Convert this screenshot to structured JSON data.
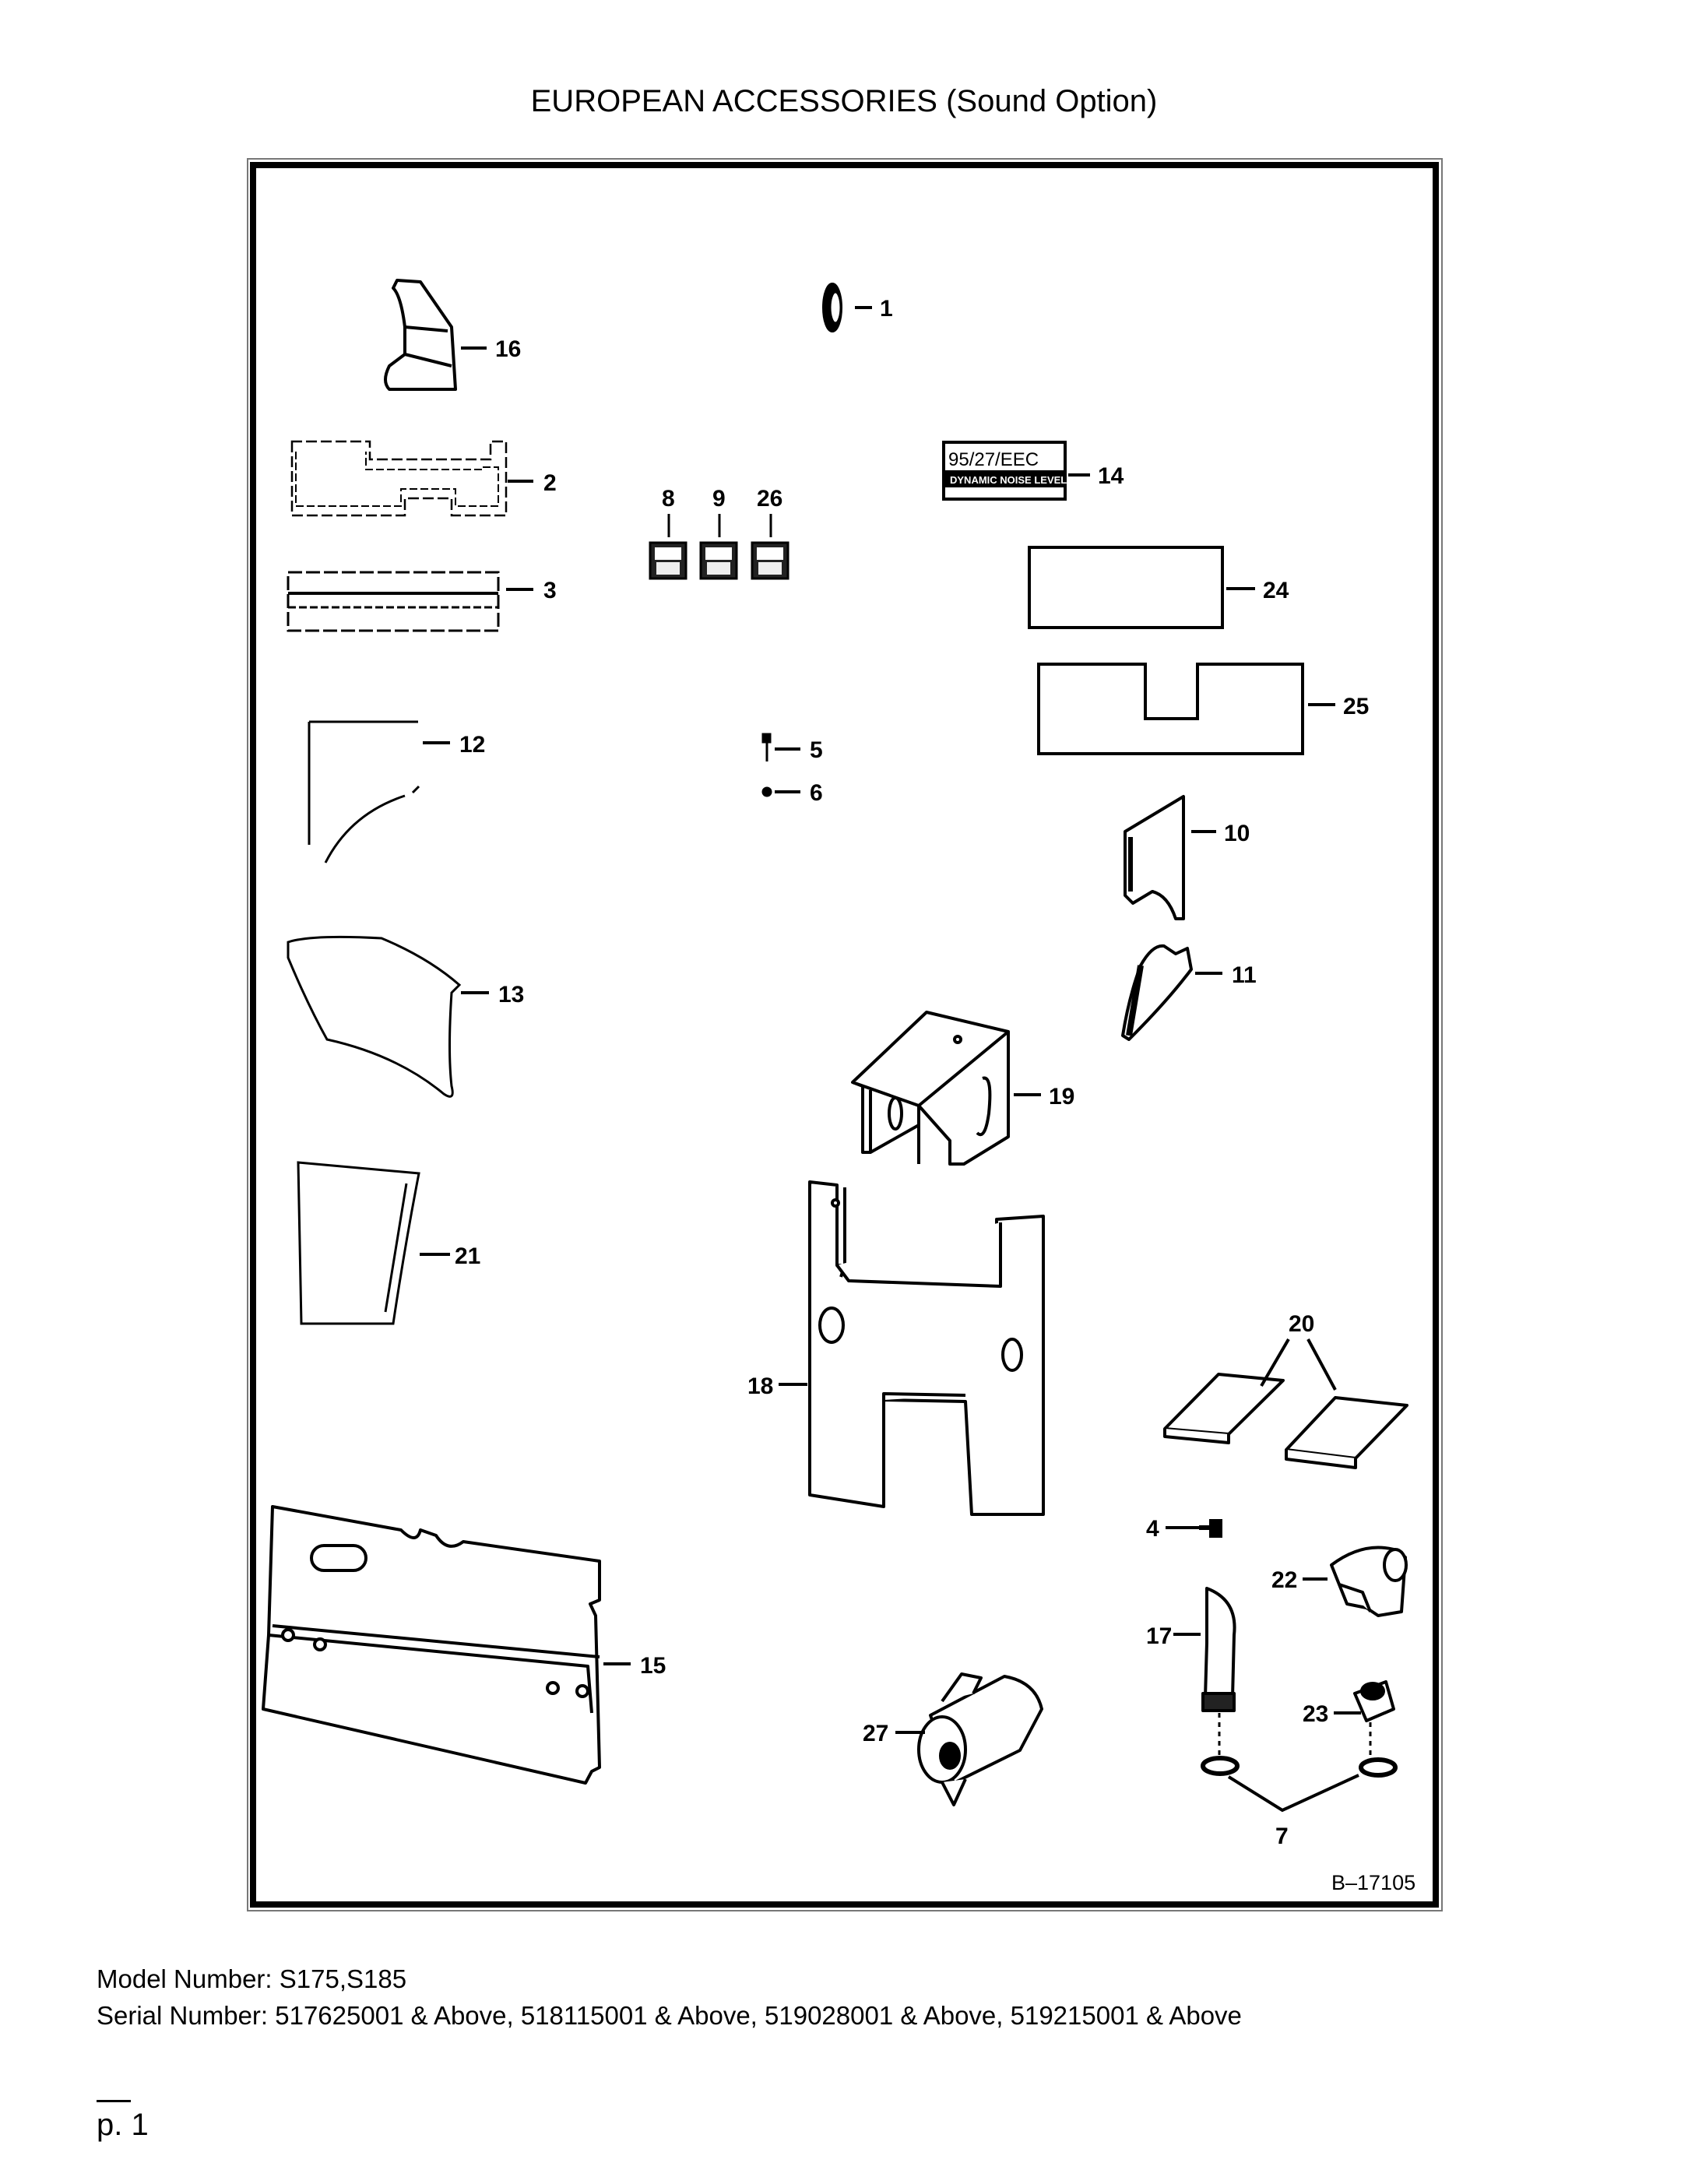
{
  "title": "EUROPEAN ACCESSORIES (Sound Option)",
  "figure_id": "B–17105",
  "parts": [
    {
      "id": "p1",
      "num": "1"
    },
    {
      "id": "p2",
      "num": "2"
    },
    {
      "id": "p3",
      "num": "3"
    },
    {
      "id": "p4",
      "num": "4"
    },
    {
      "id": "p5",
      "num": "5"
    },
    {
      "id": "p6",
      "num": "6"
    },
    {
      "id": "p7",
      "num": "7"
    },
    {
      "id": "p8",
      "num": "8"
    },
    {
      "id": "p9",
      "num": "9"
    },
    {
      "id": "p10",
      "num": "10"
    },
    {
      "id": "p11",
      "num": "11"
    },
    {
      "id": "p12",
      "num": "12"
    },
    {
      "id": "p13",
      "num": "13"
    },
    {
      "id": "p14",
      "num": "14"
    },
    {
      "id": "p15",
      "num": "15"
    },
    {
      "id": "p16",
      "num": "16"
    },
    {
      "id": "p17",
      "num": "17"
    },
    {
      "id": "p18",
      "num": "18"
    },
    {
      "id": "p19",
      "num": "19"
    },
    {
      "id": "p20",
      "num": "20"
    },
    {
      "id": "p21",
      "num": "21"
    },
    {
      "id": "p22",
      "num": "22"
    },
    {
      "id": "p23",
      "num": "23"
    },
    {
      "id": "p24",
      "num": "24"
    },
    {
      "id": "p25",
      "num": "25"
    },
    {
      "id": "p26",
      "num": "26"
    },
    {
      "id": "p27",
      "num": "27"
    }
  ],
  "decal": {
    "line1": "95/27/EEC",
    "line2": "DYNAMIC NOISE LEVEL"
  },
  "footer": {
    "model": "Model Number: S175,S185",
    "serial": "Serial Number: 517625001 & Above, 518115001 & Above, 519028001 & Above, 519215001 & Above",
    "page": "p. 1"
  }
}
